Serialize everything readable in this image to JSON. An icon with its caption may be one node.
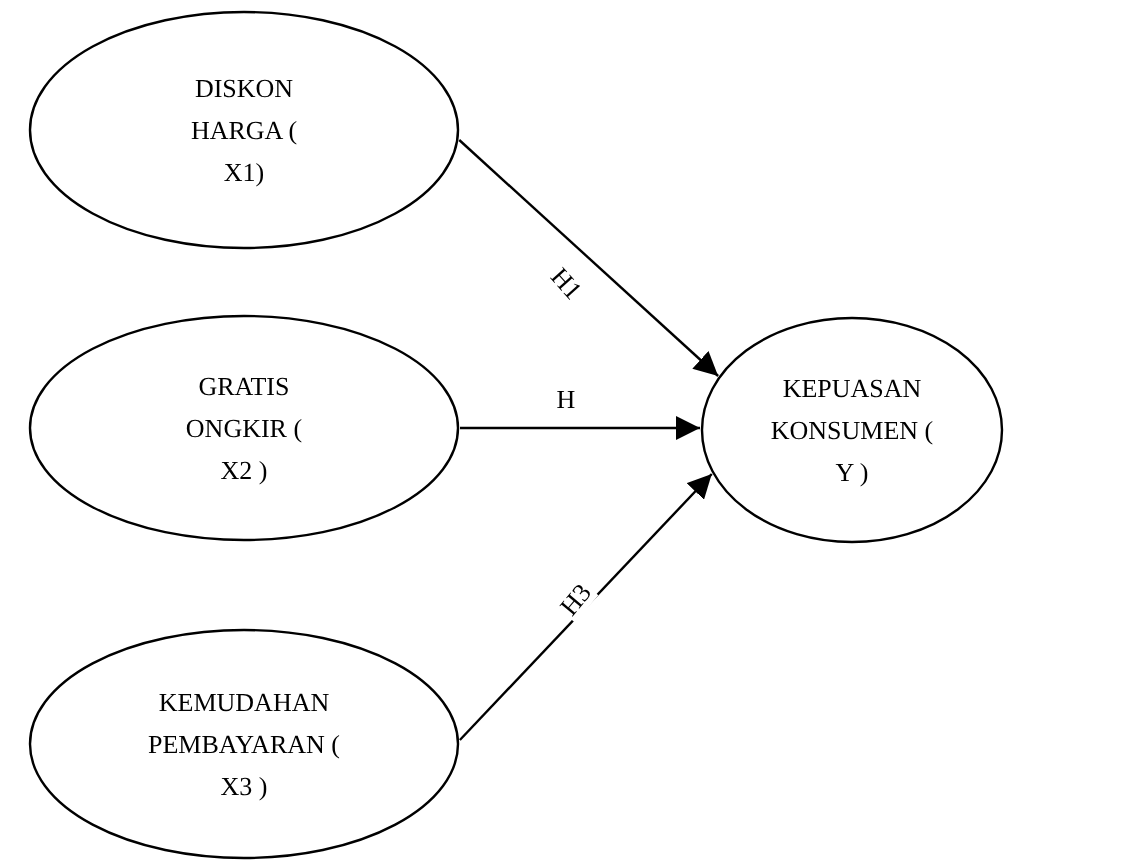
{
  "diagram": {
    "nodes": [
      {
        "text": [
          "DISKON HARGA ( X1)"
        ]
      },
      {
        "text": [
          "GRATIS ONGKIR ( X2 )"
        ]
      },
      {
        "text": [
          "KEMUDAHAN PEMBAYARAN ( X3 )"
        ]
      },
      {
        "text": [
          "KEPUASAN KONSUMEN ( Y )"
        ]
      }
    ],
    "edges": [
      {
        "from": 0,
        "to": 3,
        "arrow": "to",
        "label": "H1"
      },
      {
        "from": 1,
        "to": 3,
        "arrow": "to",
        "label": "H"
      },
      {
        "from": 2,
        "to": 3,
        "arrow": "to",
        "label": "H3"
      }
    ]
  }
}
